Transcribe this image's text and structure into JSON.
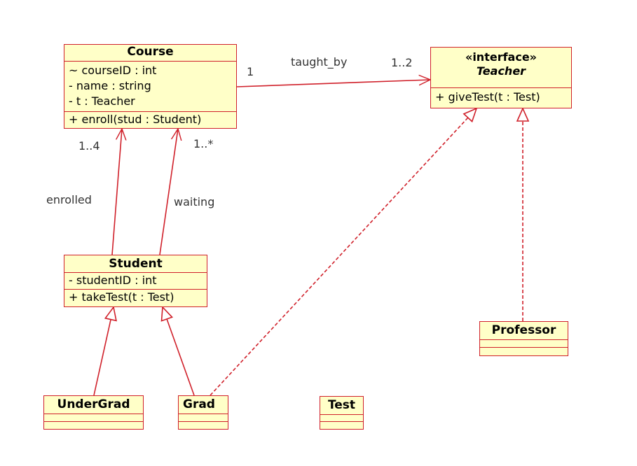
{
  "classes": {
    "course": {
      "name": "Course",
      "attributes": [
        "~ courseID : int",
        "- name : string",
        "- t : Teacher"
      ],
      "operations": [
        "+ enroll(stud : Student)"
      ]
    },
    "teacher": {
      "stereotype": "«interface»",
      "name": "Teacher",
      "operations": [
        "+ giveTest(t : Test)"
      ]
    },
    "student": {
      "name": "Student",
      "attributes": [
        "- studentID : int"
      ],
      "operations": [
        "+ takeTest(t : Test)"
      ]
    },
    "professor": {
      "name": "Professor"
    },
    "undergrad": {
      "name": "UnderGrad"
    },
    "grad": {
      "name": "Grad"
    },
    "test": {
      "name": "Test"
    }
  },
  "associations": {
    "taught_by": {
      "label": "taught_by",
      "source_multiplicity": "1",
      "target_multiplicity": "1..2"
    },
    "enrolled": {
      "label": "enrolled",
      "multiplicity": "1..4"
    },
    "waiting": {
      "label": "waiting",
      "multiplicity": "1..*"
    }
  },
  "colors": {
    "line": "#d0202a",
    "fill": "#ffffc8",
    "label": "#333333"
  }
}
